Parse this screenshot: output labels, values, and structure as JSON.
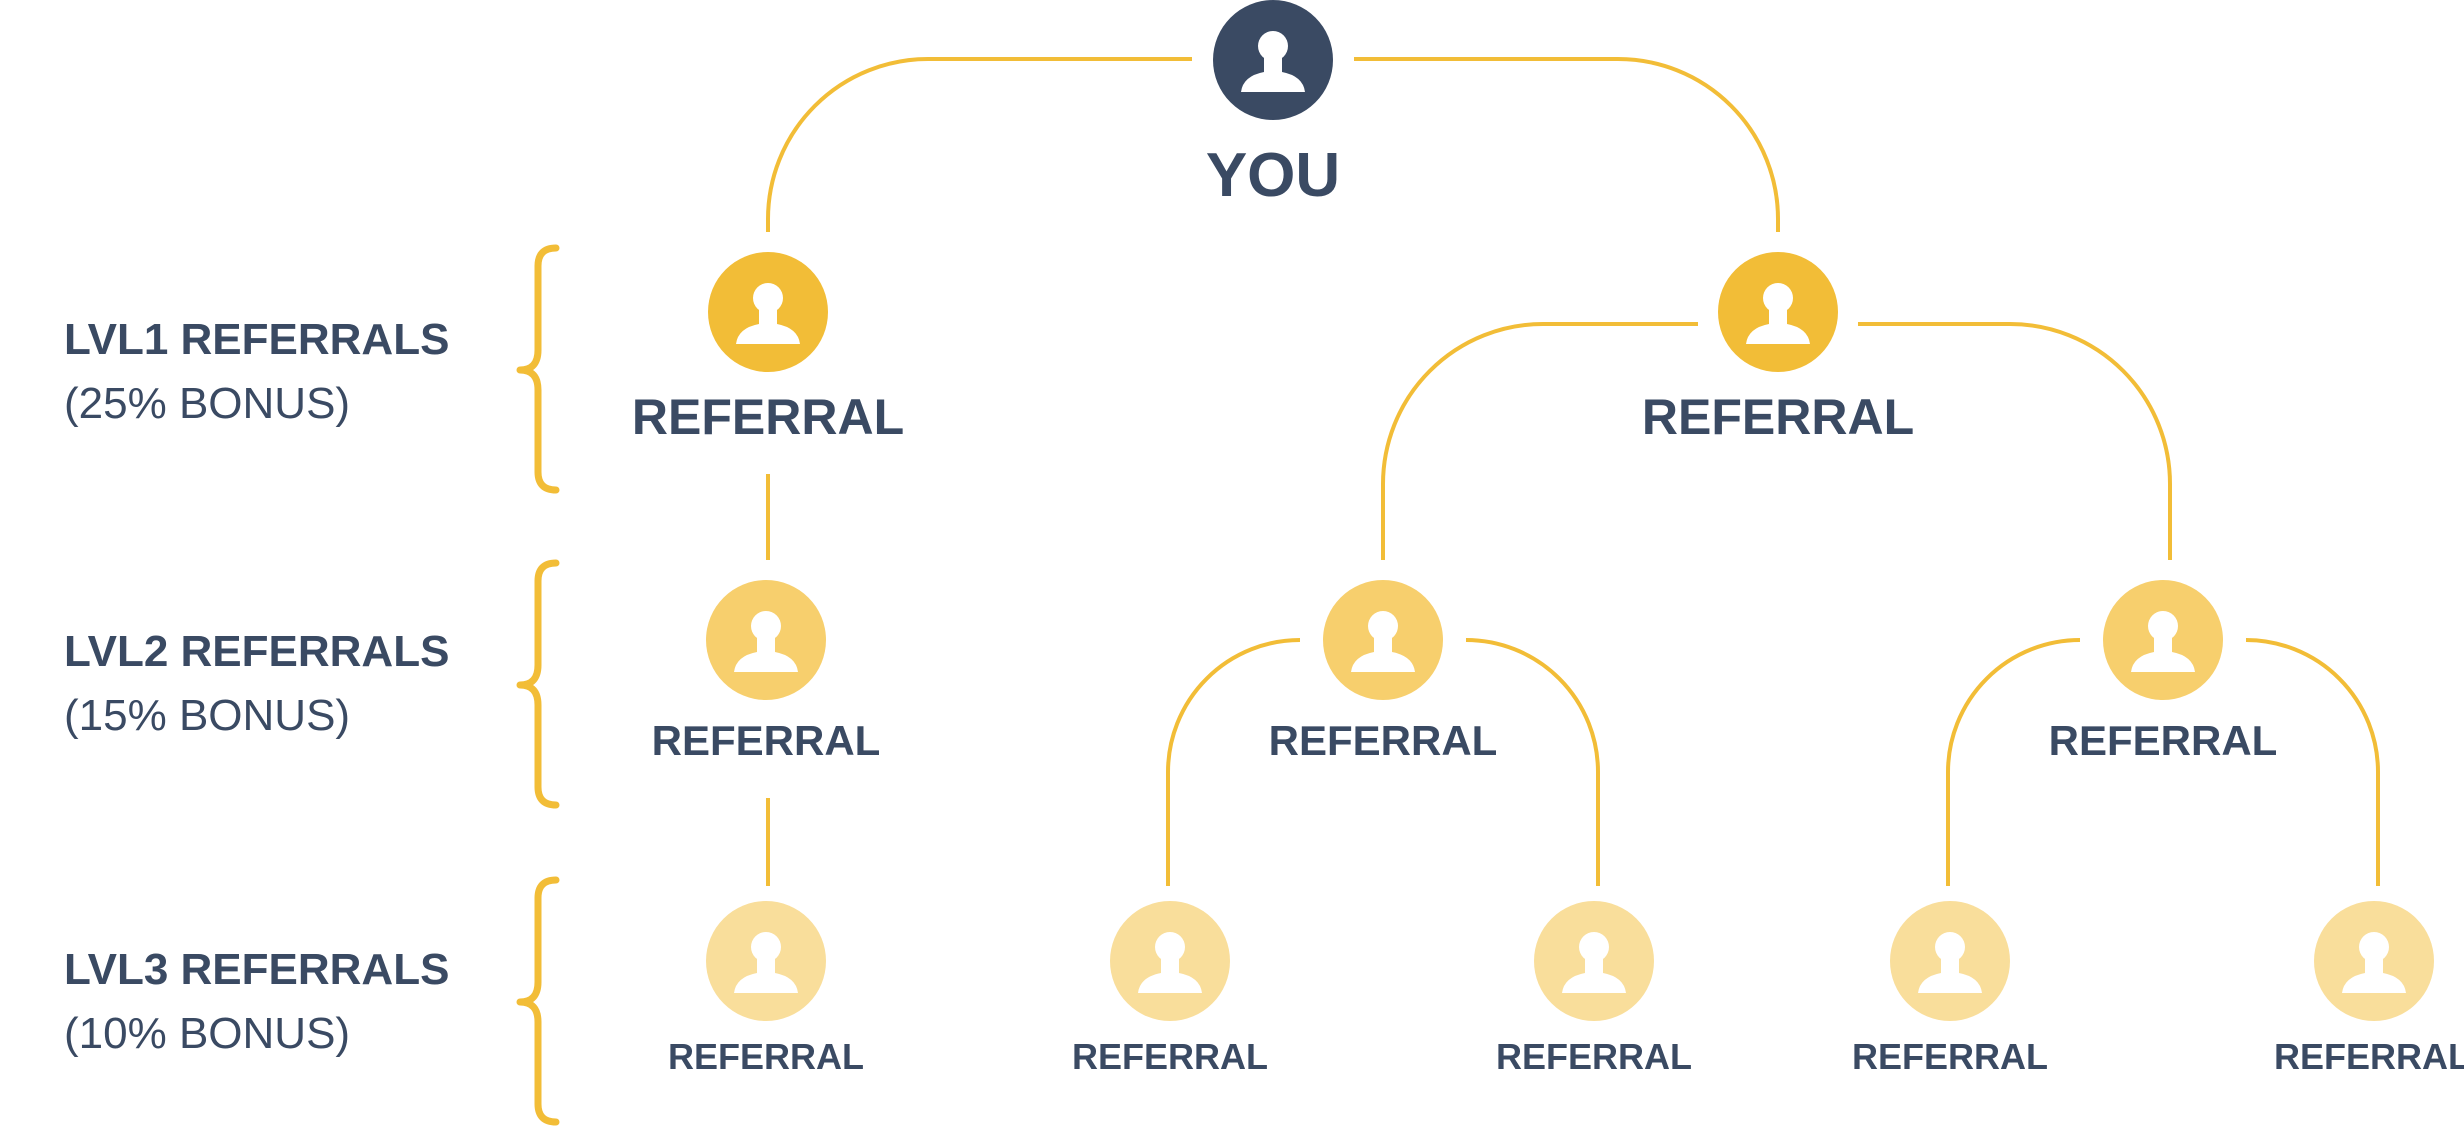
{
  "root": {
    "label": "YOU"
  },
  "levels": [
    {
      "title": "LVL1 REFERRALS",
      "bonus": "(25% BONUS)"
    },
    {
      "title": "LVL2 REFERRALS",
      "bonus": "(15% BONUS)"
    },
    {
      "title": "LVL3 REFERRALS",
      "bonus": "(10% BONUS)"
    }
  ],
  "nodes": {
    "l1": [
      "REFERRAL",
      "REFERRAL"
    ],
    "l2": [
      "REFERRAL",
      "REFERRAL",
      "REFERRAL"
    ],
    "l3": [
      "REFERRAL",
      "REFERRAL",
      "REFERRAL",
      "REFERRAL",
      "REFERRAL"
    ]
  },
  "colors": {
    "root": "#3a4a63",
    "level1": "#f2bd37",
    "level2": "#f7cf6d",
    "level3": "#f9de9b",
    "connector": "#f2bd37",
    "text": "#3a4a63"
  },
  "icons": {
    "person": "person-silhouette-icon"
  }
}
